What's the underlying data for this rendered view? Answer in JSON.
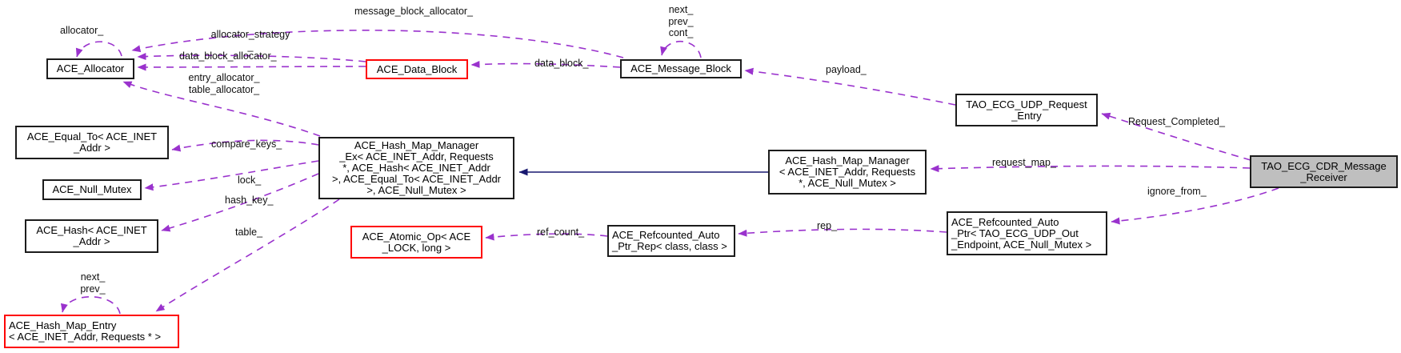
{
  "diagram": {
    "type": "class-collaboration-graph",
    "nodes": {
      "allocator": {
        "label": "ACE_Allocator",
        "style": "normal"
      },
      "data_block": {
        "label": "ACE_Data_Block",
        "style": "red"
      },
      "message_block": {
        "label": "ACE_Message_Block",
        "style": "normal"
      },
      "udp_request_entry": {
        "label": "TAO_ECG_UDP_Request\n_Entry",
        "style": "normal"
      },
      "cdr_receiver": {
        "label": "TAO_ECG_CDR_Message\n_Receiver",
        "style": "gray"
      },
      "equal_to": {
        "label": "ACE_Equal_To< ACE_INET\n_Addr >",
        "style": "normal"
      },
      "null_mutex": {
        "label": "ACE_Null_Mutex",
        "style": "normal"
      },
      "hash": {
        "label": "ACE_Hash< ACE_INET\n_Addr >",
        "style": "normal"
      },
      "hash_map_entry": {
        "label": "ACE_Hash_Map_Entry\n< ACE_INET_Addr, Requests * >",
        "style": "red"
      },
      "hash_map_manager_ex": {
        "label": "ACE_Hash_Map_Manager\n_Ex< ACE_INET_Addr, Requests\n*, ACE_Hash< ACE_INET_Addr\n>, ACE_Equal_To< ACE_INET_Addr\n>, ACE_Null_Mutex >",
        "style": "normal"
      },
      "hash_map_manager": {
        "label": "ACE_Hash_Map_Manager\n< ACE_INET_Addr, Requests\n*, ACE_Null_Mutex >",
        "style": "normal"
      },
      "atomic_op": {
        "label": "ACE_Atomic_Op< ACE\n_LOCK, long >",
        "style": "red"
      },
      "auto_ptr_rep": {
        "label": "ACE_Refcounted_Auto\n_Ptr_Rep< class, class >",
        "style": "normal"
      },
      "auto_ptr": {
        "label": "ACE_Refcounted_Auto\n_Ptr< TAO_ECG_UDP_Out\n_Endpoint, ACE_Null_Mutex >",
        "style": "normal"
      }
    },
    "edge_labels": {
      "allocator_self": "allocator_",
      "message_block_allocator": "message_block_allocator_",
      "allocator_strategy": "allocator_strategy\n_",
      "data_block_allocator": "data_block_allocator_",
      "entry_table_allocator": "entry_allocator_\ntable_allocator_",
      "data_block": "data_block_",
      "next_prev_cont": "next_\nprev_\ncont_",
      "payload": "payload_",
      "request_completed": "Request_Completed_",
      "request_map": "request_map_",
      "ignore_from": "ignore_from_",
      "compare_keys": "compare_keys_",
      "lock": "lock_",
      "hash_key": "hash_key_",
      "table": "table_",
      "next_prev": "next_\nprev_",
      "ref_count": "ref_count_",
      "rep": "rep_"
    },
    "colors": {
      "association_edge": "#9a32cd",
      "inheritance_edge": "#191970",
      "node_border": "#1c1c1c",
      "red_node_border": "#fe0505",
      "gray_node_fill": "#bfbfbf"
    }
  }
}
